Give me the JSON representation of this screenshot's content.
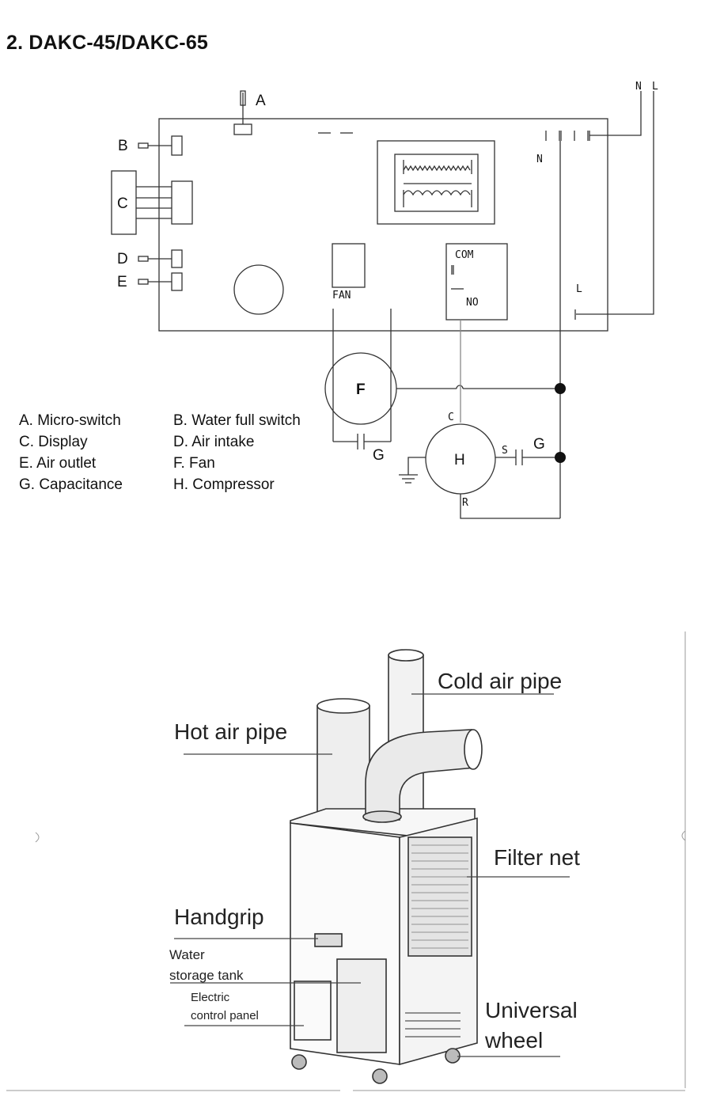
{
  "section_title": "2.  DAKC-45/DAKC-65",
  "wiring": {
    "component_letters": {
      "A": "A",
      "B": "B",
      "C": "C",
      "D": "D",
      "E": "E",
      "F": "F",
      "G1": "G",
      "G2": "G",
      "H": "H"
    },
    "terminals": {
      "N_top": "N",
      "L_top": "L",
      "N_board": "N",
      "L_board": "L",
      "fan": "FAN",
      "com": "COM",
      "no": "NO",
      "comp_c": "C",
      "comp_s": "S",
      "comp_r": "R"
    },
    "legend": [
      "A.  Micro-switch",
      "B.  Water full switch",
      "C. Display",
      "D. Air intake",
      "E. Air outlet",
      "F. Fan",
      "G. Capacitance",
      "H. Compressor"
    ]
  },
  "unit": {
    "labels": {
      "cold_air_pipe": "Cold air pipe",
      "hot_air_pipe": "Hot air pipe",
      "filter_net": "Filter net",
      "handgrip": "Handgrip",
      "water_line1": "Water",
      "water_line2": "storage tank",
      "electric_line1": "Electric",
      "electric_line2": "control panel",
      "universal_line1": "Universal",
      "universal_line2": "wheel"
    }
  }
}
